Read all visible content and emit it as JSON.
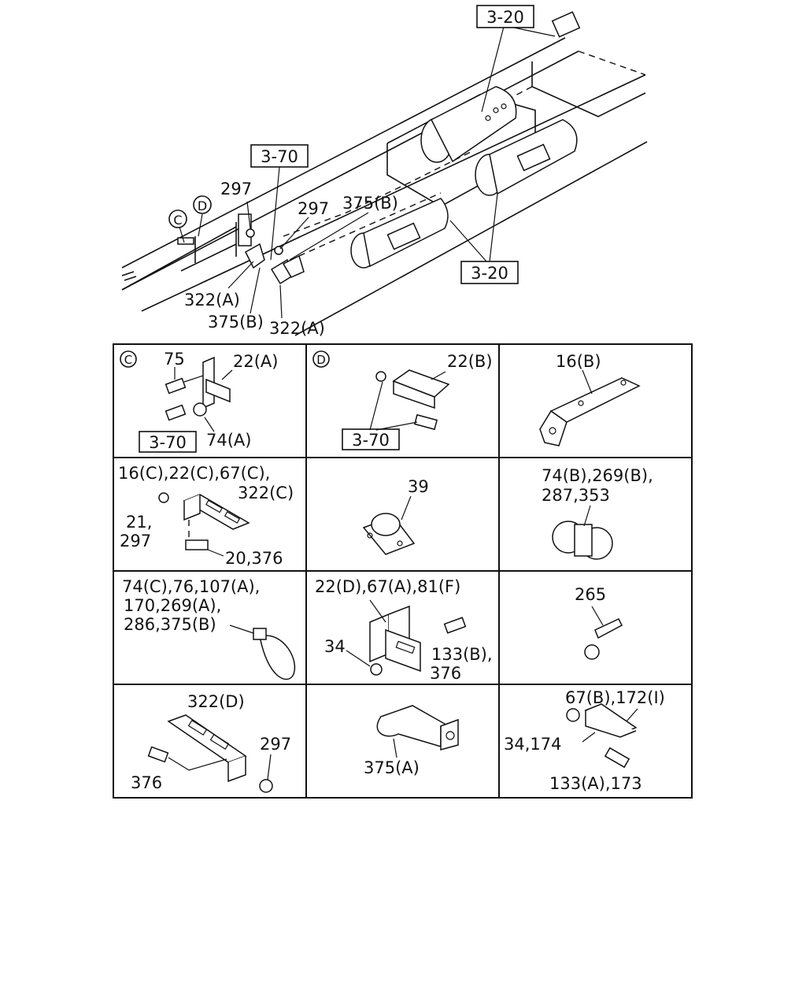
{
  "main_diagram": {
    "refs": {
      "ref_top": "3-20",
      "ref_left": "3-70",
      "ref_bottom_right": "3-20"
    },
    "circle_labels": {
      "c": "C",
      "d": "D"
    },
    "labels": {
      "l297a": "297",
      "l297b": "297",
      "l375b_top": "375(B)",
      "l322a_left": "322(A)",
      "l375b_bottom": "375(B)",
      "l322a_right": "322(A)"
    }
  },
  "grid": {
    "cells": [
      {
        "circle": "C",
        "labels": [
          "75",
          "22(A)",
          "74(A)"
        ],
        "ref": "3-70"
      },
      {
        "circle": "D",
        "labels": [
          "22(B)"
        ],
        "ref": "3-70"
      },
      {
        "labels": [
          "16(B)"
        ]
      },
      {
        "labels": [
          "16(C),22(C),67(C),",
          "322(C)",
          "21,",
          "297",
          "20,376"
        ]
      },
      {
        "labels": [
          "39"
        ]
      },
      {
        "labels": [
          "74(B),269(B),",
          "287,353"
        ]
      },
      {
        "labels": [
          "74(C),76,107(A),",
          "170,269(A),",
          "286,375(B)"
        ]
      },
      {
        "labels": [
          "22(D),67(A),81(F)",
          "34",
          "133(B),",
          "376"
        ]
      },
      {
        "labels": [
          "265"
        ]
      },
      {
        "labels": [
          "322(D)",
          "297",
          "376"
        ]
      },
      {
        "labels": [
          "375(A)"
        ]
      },
      {
        "labels": [
          "67(B),172(I)",
          "34,174",
          "133(A),173"
        ]
      }
    ]
  }
}
